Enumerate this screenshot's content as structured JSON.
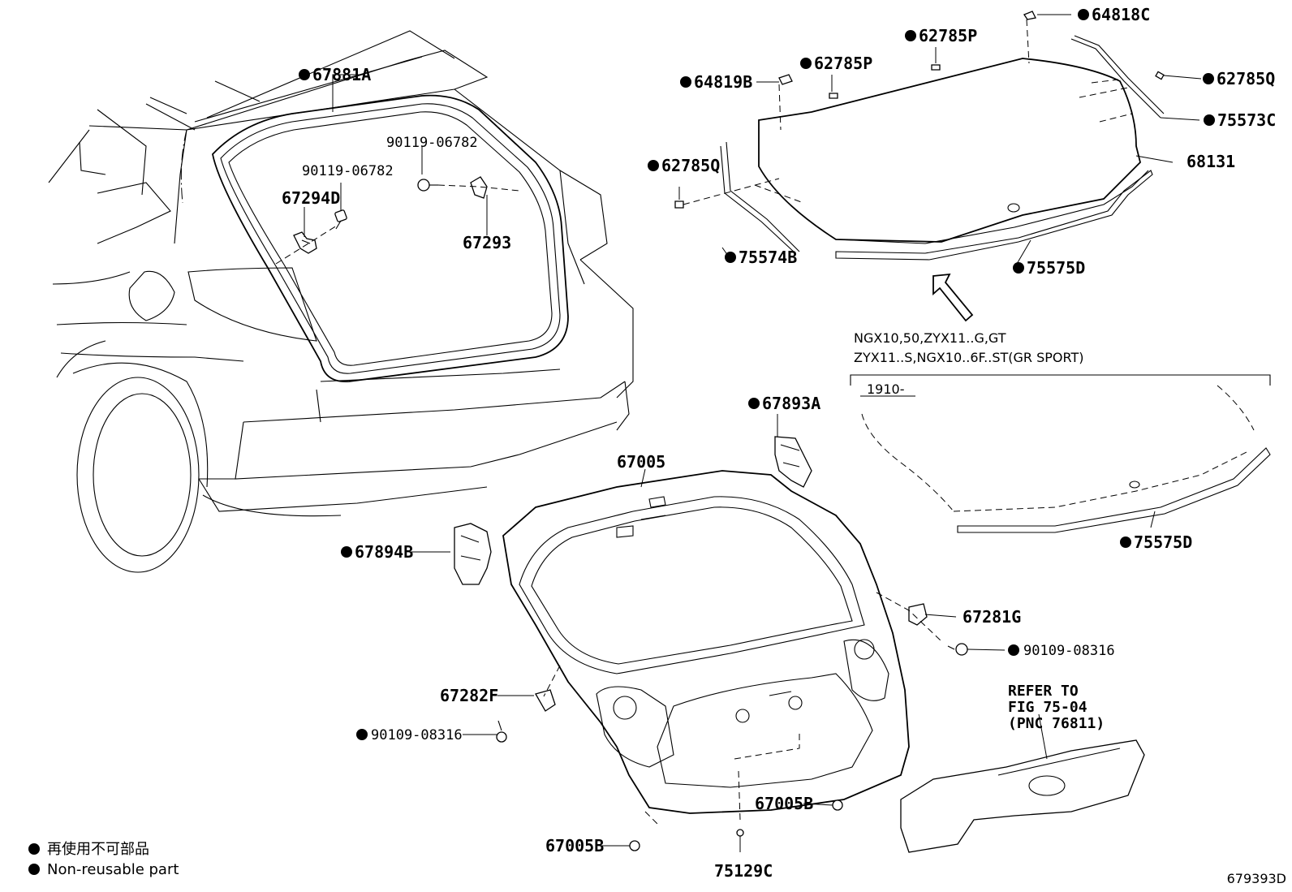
{
  "callouts": {
    "c67881A": "67881A",
    "c90119_06782_a": "90119-06782",
    "c90119_06782_b": "90119-06782",
    "c67294D": "67294D",
    "c67293": "67293",
    "c64818C": "64818C",
    "c62785P_top": "62785P",
    "c62785P_left": "62785P",
    "c64819B": "64819B",
    "c62785Q_right": "62785Q",
    "c75573C": "75573C",
    "c68131": "68131",
    "c62785Q_left": "62785Q",
    "c75574B": "75574B",
    "c75575D_top": "75575D",
    "c75575D_bottom": "75575D",
    "c67893A": "67893A",
    "c67005": "67005",
    "c67894B": "67894B",
    "c67281G": "67281G",
    "c90109_08316_right": "90109-08316",
    "c67282F": "67282F",
    "c90109_08316_left": "90109-08316",
    "c67005B_right": "67005B",
    "c67005B_bottom": "67005B",
    "c75129C": "75129C"
  },
  "notes": {
    "models_line1": "NGX10,50,ZYX11..G,GT",
    "models_line2": "ZYX11..S,NGX10..6F..ST(GR SPORT)",
    "date_code": "1910-"
  },
  "refer": {
    "line1": "REFER TO",
    "line2": "FIG 75-04",
    "line3": "(PNC 76811)"
  },
  "legend": {
    "japanese": "再使用不可部品",
    "english": "Non-reusable part"
  },
  "figure_id": "679393D"
}
